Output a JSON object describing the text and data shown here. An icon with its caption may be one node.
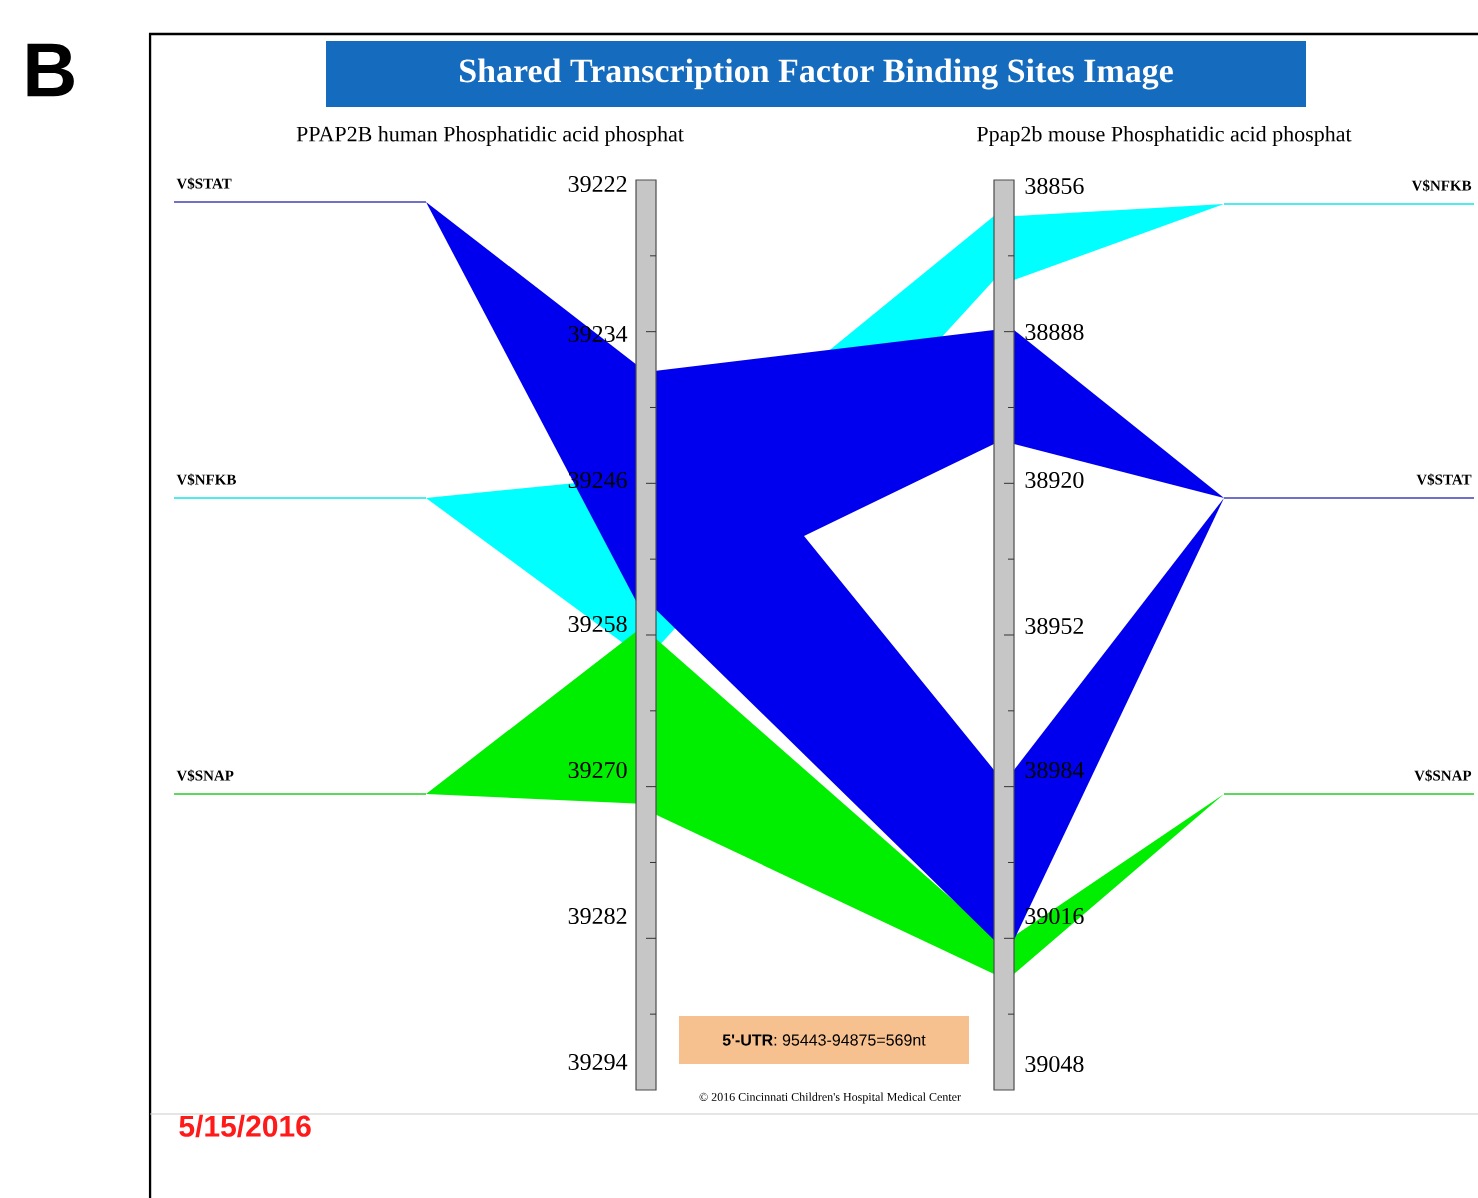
{
  "diagram": {
    "title": "Shared Transcription Factor Binding Sites Image",
    "nodes": [
      {
        "text": [
          "**5'-UTR**: 95443-94875=569nt"
        ]
      }
    ],
    "labels": [
      "B",
      "PPAP2B human Phosphatidic acid phosphat",
      "Ppap2b mouse Phosphatidic acid phosphat",
      "V$STAT",
      "39222",
      "38856",
      "V$NFKB",
      "39234",
      "38888",
      "V$NFKB",
      "39246",
      "38920",
      "V$STAT",
      "39258",
      "38952",
      "V$SNAP",
      "39270",
      "38984",
      "V$SNAP",
      "39282",
      "39016",
      "39294",
      "39048",
      "© 2016 Cincinnati Children's Hospital Medical Center",
      "5/15/2016"
    ]
  }
}
